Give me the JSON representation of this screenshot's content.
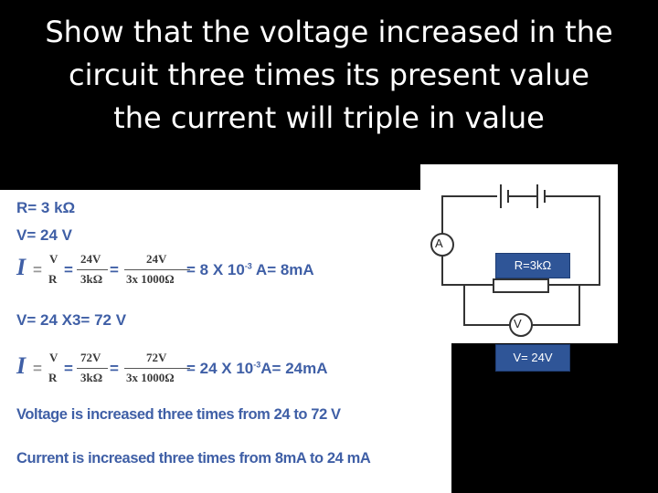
{
  "title": {
    "line1": "Show that the voltage increased  in the",
    "line2": "circuit three times its present value",
    "line3": "the current will triple in value"
  },
  "given": {
    "r": "R= 3 kΩ",
    "v": "V= 24 V"
  },
  "eq1": {
    "I": "I",
    "eq_a": "=",
    "num1": "V",
    "den1": "R",
    "eq_b": "=",
    "num2": "24V",
    "den2": "3kΩ",
    "eq_c": "=",
    "num3": "24V",
    "den3": "3x 1000Ω",
    "result": "= 8 X 10",
    "exp": "-3",
    "tail": " A= 8mA"
  },
  "v_line": "V= 24 X3= 72 V",
  "eq2": {
    "I": "I",
    "eq_a": "=",
    "num1": "V",
    "den1": "R",
    "eq_b": "=",
    "num2": "72V",
    "den2": "3kΩ",
    "eq_c": "=",
    "num3": "72V",
    "den3": "3x 1000Ω",
    "result": "= 24 X 10",
    "exp": "-3",
    "tail": "A= 24mA"
  },
  "conclusion1": "Voltage is increased three times from 24 to 72 V",
  "conclusion2": "Current is increased three times from 8mA to 24 mA",
  "circuit": {
    "ammeter": "A",
    "voltmeter": "V",
    "resistor_label": "R=3kΩ",
    "voltage_label": "V= 24V"
  },
  "colors": {
    "text_blue": "#3f5fa6",
    "label_bg": "#2f5597"
  }
}
